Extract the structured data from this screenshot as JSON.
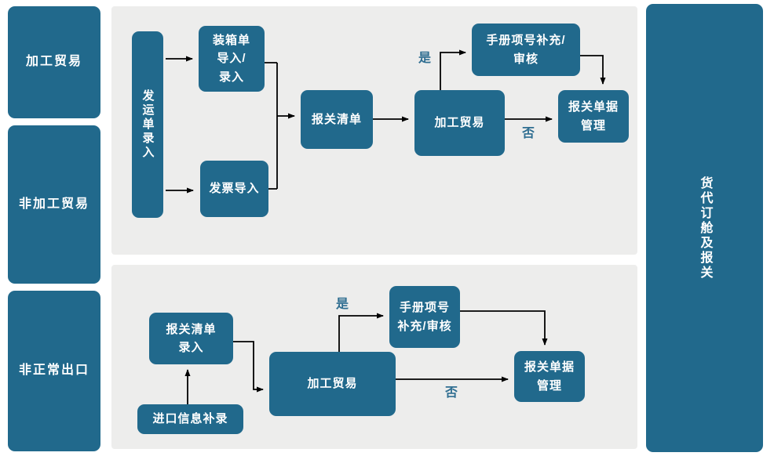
{
  "colors": {
    "node": "#21698C",
    "panel": "#EDEDEC",
    "label": "#2F6E91",
    "arrow": "#000000"
  },
  "sidebar": {
    "items": [
      {
        "label": "加工贸易"
      },
      {
        "label": "非加工贸易"
      },
      {
        "label": "非正常出口"
      }
    ]
  },
  "right_bar": {
    "label": "货代订舱及报关"
  },
  "flow_top": {
    "shipping_entry": "发运单录入",
    "packing_lines": [
      "装箱单",
      "导入/",
      "录入"
    ],
    "invoice_import": "发票导入",
    "declaration_list": "报关清单",
    "processing_trade": "加工贸易",
    "manual_lines": [
      "手册项号补充/",
      "审核"
    ],
    "docs_lines": [
      "报关单据",
      "管理"
    ],
    "yes": "是",
    "no": "否"
  },
  "flow_bottom": {
    "declaration_entry_lines": [
      "报关清单",
      "录入"
    ],
    "import_supplement": "进口信息补录",
    "processing_trade": "加工贸易",
    "manual_lines": [
      "手册项号",
      "补充/审核"
    ],
    "docs_lines": [
      "报关单据",
      "管理"
    ],
    "yes": "是",
    "no": "否"
  }
}
